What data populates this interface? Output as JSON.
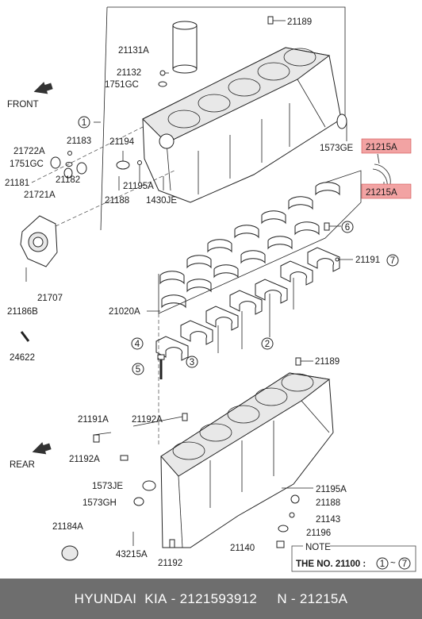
{
  "labels": {
    "front": "FRONT",
    "rear": "REAR",
    "p21189_top": "21189",
    "p21131A": "21131A",
    "p21132": "21132",
    "p1751GC_top": "1751GC",
    "p1573GE": "1573GE",
    "p21194": "21194",
    "p21722A": "21722A",
    "p21183": "21183",
    "p1751GC_left": "1751GC",
    "p21181": "21181",
    "p21182": "21182",
    "p21195A_top": "21195A",
    "p21188_top": "21188",
    "p1430JE": "1430JE",
    "p21721A": "21721A",
    "p21707": "21707",
    "p21186B": "21186B",
    "p24622": "24622",
    "p21215A_1": "21215A",
    "p21215A_2": "21215A",
    "p21191_right": "21191",
    "p21020A": "21020A",
    "p21189_bottom": "21189",
    "p21191A": "21191A",
    "p21192A_top": "21192A",
    "p21192A_left": "21192A",
    "p1573JE": "1573JE",
    "p1573GH": "1573GH",
    "p21184A": "21184A",
    "p43215A": "43215A",
    "p21192": "21192",
    "p21195A_bottom": "21195A",
    "p21188_bottom": "21188",
    "p21143": "21143",
    "p21196": "21196",
    "p21140": "21140"
  },
  "callouts": {
    "c1": "1",
    "c2": "2",
    "c3": "3",
    "c4": "4",
    "c5": "5",
    "c6": "6",
    "c7": "7"
  },
  "note": {
    "title": "NOTE",
    "text": "THE NO. 21100 :",
    "range_start": "1",
    "range_sep": "~",
    "range_end": "7"
  },
  "footer": {
    "brand": "HYUNDAI  KIA",
    "sep1": " - ",
    "part_number": "2121593912",
    "gap": "     ",
    "n_prefix": "N",
    "sep2": " - ",
    "n_code": "21215A"
  },
  "colors": {
    "highlight_fill": "#f2a3a3",
    "highlight_stroke": "#d05050",
    "footer_bg": "#6e6e6e"
  }
}
